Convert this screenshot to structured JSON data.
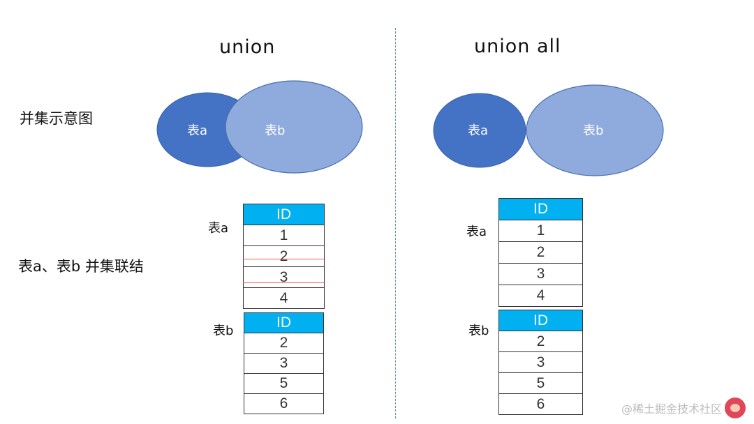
{
  "left": {
    "title": "union",
    "venn_label": "并集示意图",
    "join_label": "表a、表b 并集联结",
    "ellipse_a": "表a",
    "ellipse_b": "表b",
    "table_a_label": "表a",
    "table_b_label": "表b",
    "table_a": {
      "header": "ID",
      "rows": [
        "1",
        "2",
        "3",
        "4"
      ]
    },
    "table_b": {
      "header": "ID",
      "rows": [
        "2",
        "3",
        "5",
        "6"
      ]
    },
    "struck_rows": [
      "2",
      "3"
    ]
  },
  "right": {
    "title": "union all",
    "ellipse_a": "表a",
    "ellipse_b": "表b",
    "table_a_label": "表a",
    "table_b_label": "表b",
    "table_a": {
      "header": "ID",
      "rows": [
        "1",
        "2",
        "3",
        "4"
      ]
    },
    "table_b": {
      "header": "ID",
      "rows": [
        "2",
        "3",
        "5",
        "6"
      ]
    }
  },
  "colors": {
    "ellipse_dark": "#4472c4",
    "ellipse_light": "#8faadc",
    "header_fill": "#00b0f0",
    "strike_line": "#ff5a5a"
  },
  "watermark": "@稀土掘金技术社区"
}
